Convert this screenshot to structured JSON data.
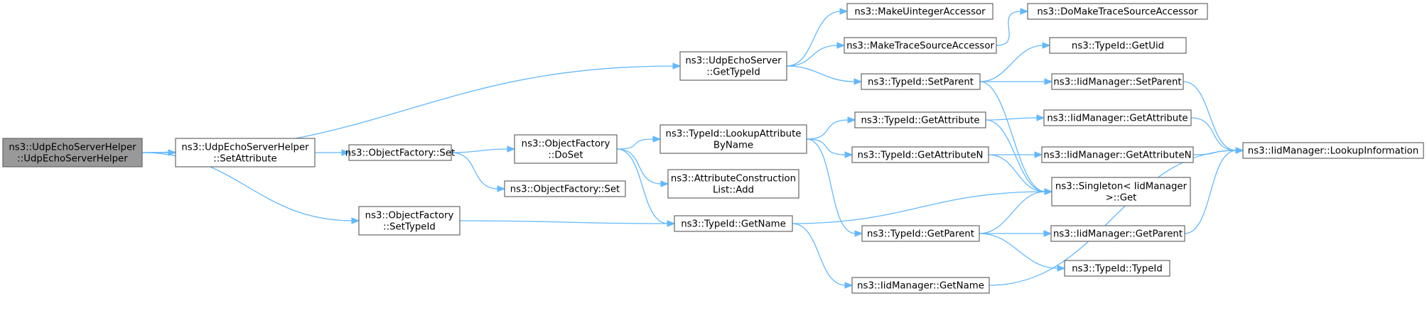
{
  "graph": {
    "nodes": [
      {
        "id": "root",
        "lines": [
          "ns3::UdpEchoServerHelper",
          "::UdpEchoServerHelper"
        ],
        "root": true
      },
      {
        "id": "setattr",
        "lines": [
          "ns3::UdpEchoServerHelper",
          "::SetAttribute"
        ]
      },
      {
        "id": "ofset",
        "lines": [
          "ns3::ObjectFactory::Set"
        ]
      },
      {
        "id": "ofdoset",
        "lines": [
          "ns3::ObjectFactory",
          "::DoSet"
        ]
      },
      {
        "id": "ofset2",
        "lines": [
          "ns3::ObjectFactory::Set"
        ]
      },
      {
        "id": "ofsettid",
        "lines": [
          "ns3::ObjectFactory",
          "::SetTypeId"
        ]
      },
      {
        "id": "uestid",
        "lines": [
          "ns3::UdpEchoServer",
          "::GetTypeId"
        ]
      },
      {
        "id": "lookupattr",
        "lines": [
          "ns3::TypeId::LookupAttribute",
          "ByName"
        ]
      },
      {
        "id": "acladd",
        "lines": [
          "ns3::AttributeConstruction",
          "List::Add"
        ]
      },
      {
        "id": "tidgetname",
        "lines": [
          "ns3::TypeId::GetName"
        ]
      },
      {
        "id": "mkuint",
        "lines": [
          "ns3::MakeUintegerAccessor"
        ]
      },
      {
        "id": "mktrace",
        "lines": [
          "ns3::MakeTraceSourceAccessor"
        ]
      },
      {
        "id": "tidsetparent",
        "lines": [
          "ns3::TypeId::SetParent"
        ]
      },
      {
        "id": "tidgetattr",
        "lines": [
          "ns3::TypeId::GetAttribute"
        ]
      },
      {
        "id": "tidgetattrn",
        "lines": [
          "ns3::TypeId::GetAttributeN"
        ]
      },
      {
        "id": "tidgetparent",
        "lines": [
          "ns3::TypeId::GetParent"
        ]
      },
      {
        "id": "iidgetname",
        "lines": [
          "ns3::IidManager::GetName"
        ]
      },
      {
        "id": "domktrace",
        "lines": [
          "ns3::DoMakeTraceSourceAccessor"
        ]
      },
      {
        "id": "tidgetuid",
        "lines": [
          "ns3::TypeId::GetUid"
        ]
      },
      {
        "id": "iidsetparent",
        "lines": [
          "ns3::IidManager::SetParent"
        ]
      },
      {
        "id": "iidgetattr",
        "lines": [
          "ns3::IidManager::GetAttribute"
        ]
      },
      {
        "id": "iidgetattrn",
        "lines": [
          "ns3::IidManager::GetAttributeN"
        ]
      },
      {
        "id": "singleton",
        "lines": [
          "ns3::Singleton< IidManager",
          " >::Get"
        ]
      },
      {
        "id": "iidgetparent",
        "lines": [
          "ns3::IidManager::GetParent"
        ]
      },
      {
        "id": "tidtid",
        "lines": [
          "ns3::TypeId::TypeId"
        ]
      },
      {
        "id": "iidlookup",
        "lines": [
          "ns3::IidManager::LookupInformation"
        ]
      }
    ],
    "edges": [
      [
        "root",
        "setattr"
      ],
      [
        "root",
        "ofsettid"
      ],
      [
        "root",
        "uestid"
      ],
      [
        "setattr",
        "ofset"
      ],
      [
        "ofset",
        "ofdoset"
      ],
      [
        "ofset",
        "ofset2"
      ],
      [
        "ofdoset",
        "lookupattr"
      ],
      [
        "ofdoset",
        "acladd"
      ],
      [
        "ofdoset",
        "tidgetname"
      ],
      [
        "ofsettid",
        "tidgetname"
      ],
      [
        "uestid",
        "mkuint"
      ],
      [
        "uestid",
        "mktrace"
      ],
      [
        "uestid",
        "tidsetparent"
      ],
      [
        "lookupattr",
        "tidgetattr"
      ],
      [
        "lookupattr",
        "tidgetattrn"
      ],
      [
        "lookupattr",
        "tidgetparent"
      ],
      [
        "tidgetname",
        "singleton"
      ],
      [
        "tidgetname",
        "iidgetname"
      ],
      [
        "mktrace",
        "domktrace"
      ],
      [
        "tidsetparent",
        "tidgetuid"
      ],
      [
        "tidsetparent",
        "iidsetparent"
      ],
      [
        "tidsetparent",
        "singleton"
      ],
      [
        "tidgetattr",
        "iidgetattr"
      ],
      [
        "tidgetattr",
        "singleton"
      ],
      [
        "tidgetattrn",
        "iidgetattrn"
      ],
      [
        "tidgetattrn",
        "singleton"
      ],
      [
        "tidgetparent",
        "singleton"
      ],
      [
        "tidgetparent",
        "iidgetparent"
      ],
      [
        "tidgetparent",
        "tidtid"
      ],
      [
        "iidgetname",
        "iidlookup"
      ],
      [
        "iidsetparent",
        "iidlookup"
      ],
      [
        "iidgetattr",
        "iidlookup"
      ],
      [
        "iidgetattrn",
        "iidlookup"
      ],
      [
        "iidgetparent",
        "iidlookup"
      ]
    ]
  },
  "colors": {
    "edge": "#63b8ff",
    "root_fill": "#999999",
    "node_border": "#666666"
  }
}
